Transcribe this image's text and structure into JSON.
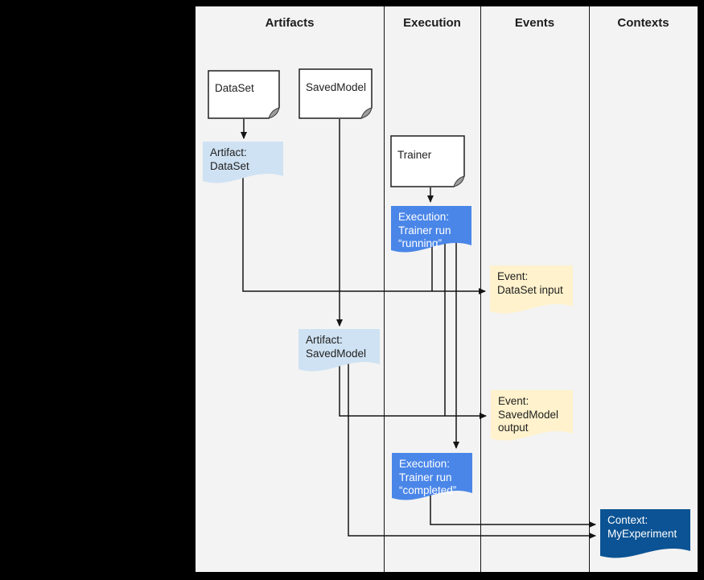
{
  "columns": [
    "Artifacts",
    "Execution",
    "Events",
    "Contexts"
  ],
  "nodes": {
    "dataset": {
      "label": "DataSet"
    },
    "savedmodel": {
      "label": "SavedModel"
    },
    "trainer": {
      "label": "Trainer"
    },
    "artifact_dataset": {
      "lines": [
        "Artifact:",
        "DataSet"
      ]
    },
    "execution_running": {
      "lines": [
        "Execution:",
        "Trainer run",
        "“running”"
      ]
    },
    "event_dataset_input": {
      "lines": [
        "Event:",
        "DataSet input"
      ]
    },
    "artifact_savedmodel": {
      "lines": [
        "Artifact:",
        "SavedModel"
      ]
    },
    "event_savedmodel_output": {
      "lines": [
        "Event:",
        "SavedModel",
        "output"
      ]
    },
    "execution_completed": {
      "lines": [
        "Execution:",
        "Trainer run",
        "“completed”"
      ]
    },
    "context_myexperiment": {
      "lines": [
        "Context:",
        "MyExperiment"
      ]
    }
  },
  "colors": {
    "page_bg": "#000000",
    "canvas_bg": "#f3f3f3",
    "line": "#141414",
    "artifact_fill": "#cfe2f3",
    "execution_fill": "#4a86e8",
    "event_fill": "#fff2cc",
    "context_fill": "#0b5394"
  }
}
